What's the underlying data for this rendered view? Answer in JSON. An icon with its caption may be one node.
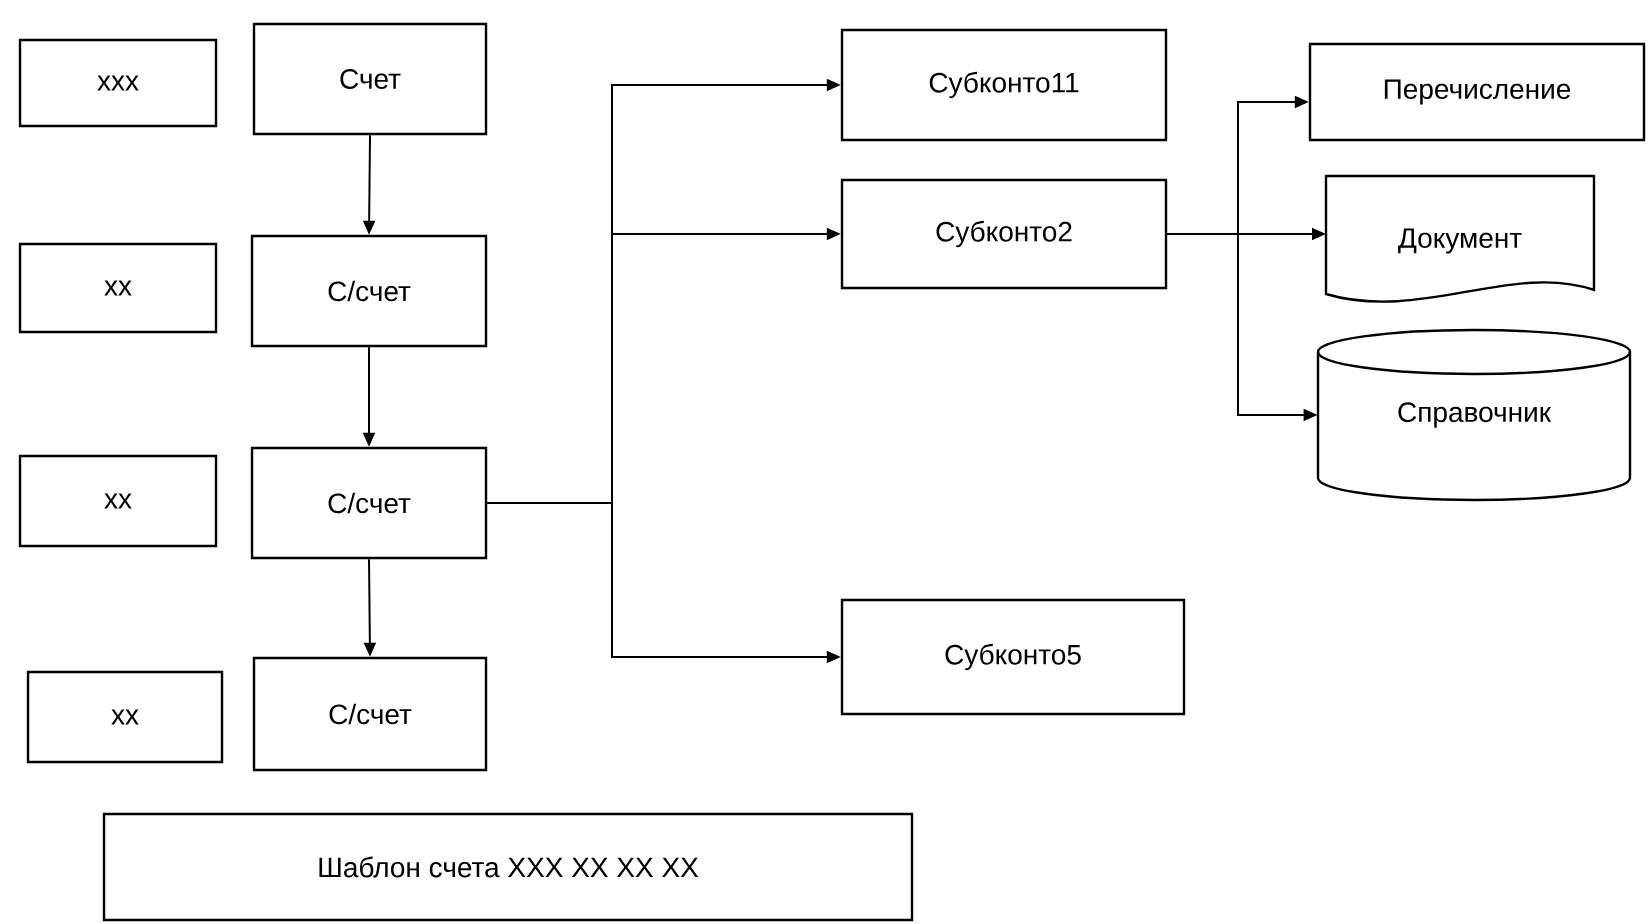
{
  "diagram": {
    "nodes": [
      {
        "text": [
          "xxx"
        ]
      },
      {
        "text": [
          "Счет"
        ]
      },
      {
        "text": [
          "xx"
        ]
      },
      {
        "text": [
          "С/счет"
        ]
      },
      {
        "text": [
          "xx"
        ]
      },
      {
        "text": [
          "С/счет"
        ]
      },
      {
        "text": [
          "xx"
        ]
      },
      {
        "text": [
          "С/счет"
        ]
      },
      {
        "text": [
          "Субконто11"
        ]
      },
      {
        "text": [
          "Субконто2"
        ]
      },
      {
        "text": [
          "Субконто5"
        ]
      },
      {
        "text": [
          "Перечисление"
        ]
      },
      {
        "text": [
          "Документ"
        ]
      },
      {
        "text": [
          "Справочник"
        ]
      },
      {
        "text": [
          "Шаблон счета  XXX XX XX XX"
        ]
      }
    ],
    "edges": [
      {
        "from": 1,
        "to": 3,
        "arrow": "to"
      },
      {
        "from": 3,
        "to": 5,
        "arrow": "to"
      },
      {
        "from": 5,
        "to": 7,
        "arrow": "to"
      },
      {
        "from": 5,
        "to": 8,
        "arrow": "to"
      },
      {
        "from": 5,
        "to": 9,
        "arrow": "to"
      },
      {
        "from": 5,
        "to": 10,
        "arrow": "to"
      },
      {
        "from": 9,
        "to": 11,
        "arrow": "to"
      },
      {
        "from": 9,
        "to": 12,
        "arrow": "to"
      },
      {
        "from": 9,
        "to": 13,
        "arrow": "to"
      }
    ]
  }
}
